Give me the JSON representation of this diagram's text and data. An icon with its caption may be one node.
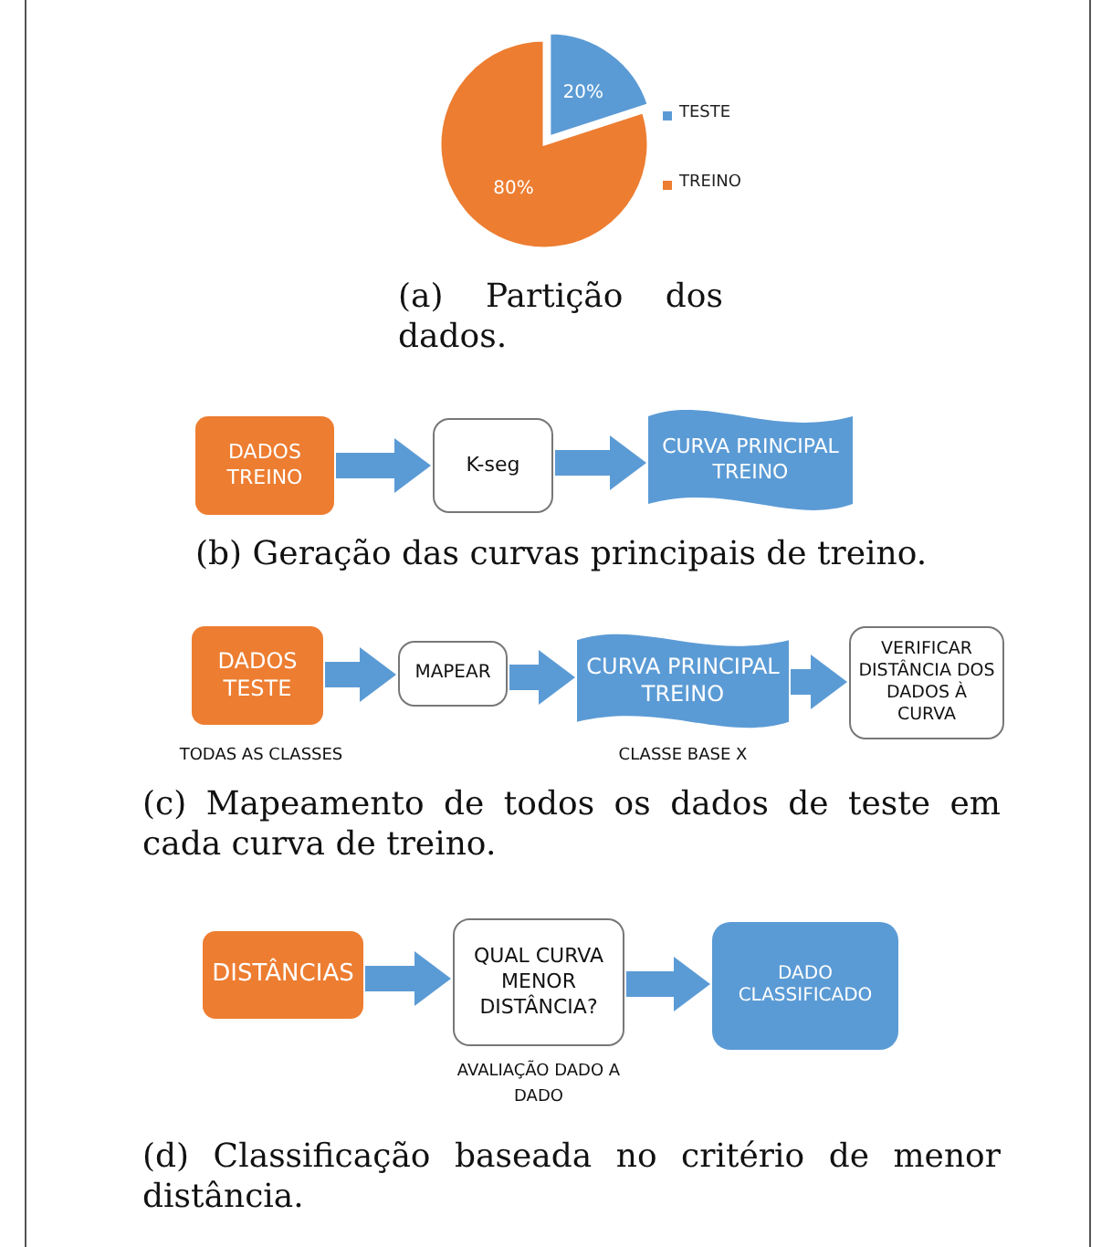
{
  "diagram": {
    "nodes": [
      {
        "text": [
          "DADOS TREINO"
        ]
      },
      {
        "text": [
          "K-seg"
        ]
      },
      {
        "text": [
          "CURVA PRINCIPAL TREINO"
        ]
      },
      {
        "text": [
          "DADOS TESTE"
        ],
        "beside": [
          "TODAS AS CLASSES"
        ]
      },
      {
        "text": [
          "MAPEAR"
        ]
      },
      {
        "text": [
          "CURVA PRINCIPAL TREINO"
        ],
        "beside": [
          "CLASSE BASE X"
        ]
      },
      {
        "text": [
          "VERIFICAR DISTÂNCIA DOS DADOS À CURVA"
        ]
      },
      {
        "text": [
          "DISTÂNCIAS"
        ]
      },
      {
        "text": [
          "QUAL CURVA MENOR DISTÂNCIA?"
        ],
        "beside": [
          "AVALIAÇÃO DADO A DADO"
        ]
      },
      {
        "text": [
          "DADO CLASSIFICADO"
        ]
      }
    ],
    "edges": [
      {
        "from": 0,
        "to": 1,
        "arrow": "to"
      },
      {
        "from": 1,
        "to": 2,
        "arrow": "to"
      },
      {
        "from": 3,
        "to": 4,
        "arrow": "to"
      },
      {
        "from": 4,
        "to": 5,
        "arrow": "to"
      },
      {
        "from": 5,
        "to": 6,
        "arrow": "to"
      },
      {
        "from": 7,
        "to": 8,
        "arrow": "to"
      },
      {
        "from": 8,
        "to": 9,
        "arrow": "to"
      }
    ],
    "labels": [
      "(a) Partição dos dados.",
      "(b) Geração das curvas principais de treino.",
      "(c) Mapeamento de todos os dados de teste em cada curva de treino.",
      "(d) Classificação baseada no critério de menor distância."
    ],
    "legend": [
      {
        "text": "TESTE",
        "color": "#5b9bd5"
      },
      {
        "text": "TREINO",
        "color": "#ed7d31"
      }
    ],
    "chart_data": {
      "type": "pie",
      "values": [
        20,
        80
      ],
      "value_labels": [
        "20%",
        "80%"
      ]
    }
  }
}
